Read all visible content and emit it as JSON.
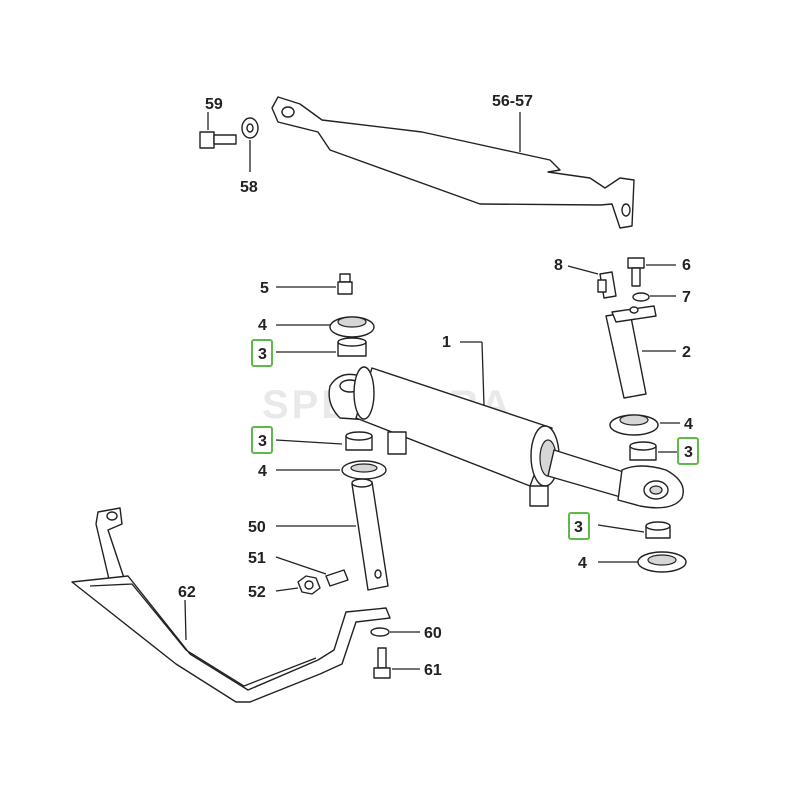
{
  "diagram": {
    "watermark": "SPECAGRA",
    "highlight_color": "#5fb84a",
    "callouts": {
      "c59": "59",
      "c58": "58",
      "c5657": "56-57",
      "c8": "8",
      "c6": "6",
      "c7": "7",
      "c5": "5",
      "c4a": "4",
      "c3a": "3",
      "c1": "1",
      "c2": "2",
      "c4b": "4",
      "c3b": "3",
      "c3c": "3",
      "c4c": "4",
      "c50": "50",
      "c51": "51",
      "c52": "52",
      "c62": "62",
      "c60": "60",
      "c61": "61",
      "c3d": "3",
      "c4d": "4"
    }
  }
}
